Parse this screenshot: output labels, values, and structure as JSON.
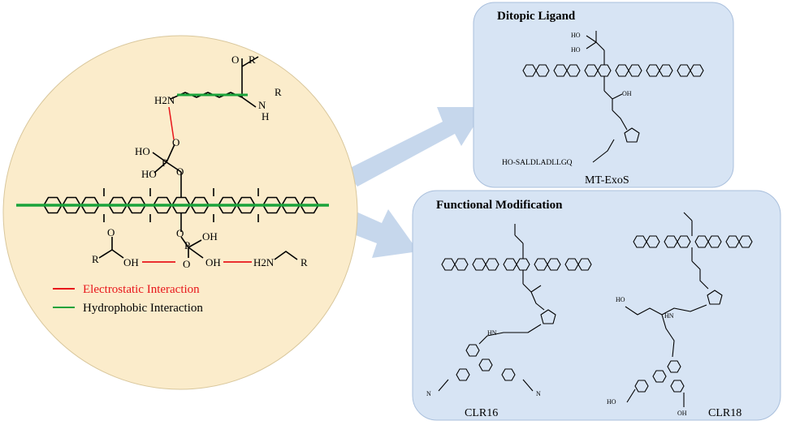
{
  "legend": {
    "electrostatic": "Electrostatic Interaction",
    "hydrophobic": "Hydrophobic Interaction"
  },
  "panels": {
    "ditopic": {
      "title": "Ditopic Ligand",
      "compound": "MT-ExoS",
      "peptide": "HO-SALDLADLLGQ"
    },
    "functional": {
      "title": "Functional Modification",
      "compounds": [
        "CLR16",
        "CLR18"
      ]
    }
  },
  "atoms": {
    "o": "O",
    "r": "R",
    "h": "H",
    "n": "N",
    "nh2": "H2N",
    "p": "P",
    "ho": "HO",
    "oh": "OH",
    "hn": "HN",
    "o_dbl": "=O"
  },
  "colors": {
    "circle_fill": "#fbeccb",
    "panel_fill": "#d7e4f4",
    "arrow": "#c6d7ec",
    "electrostatic": "#e8161b",
    "hydrophobic": "#1aa33b"
  }
}
